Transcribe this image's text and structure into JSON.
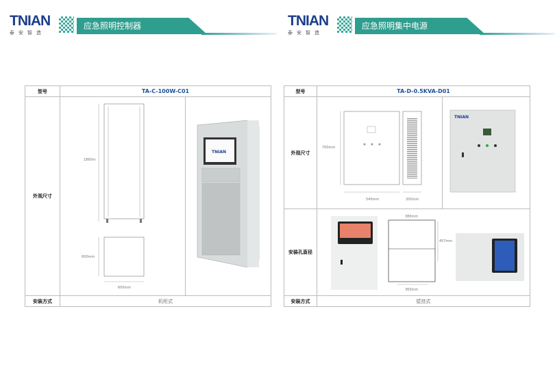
{
  "left": {
    "logo": "TNIAN",
    "logo_sub": "泰安智造",
    "banner": "应急照明控制器",
    "rows": {
      "model_label": "型号",
      "model": "TA-C-100W-C01",
      "dims_label": "外观尺寸",
      "install_label": "安装方式",
      "install": "机柜式"
    },
    "dims": {
      "height": "1860m",
      "depth": "600mm",
      "width": "600mm"
    },
    "screen_logo": "TNIAN"
  },
  "right": {
    "logo": "TNIAN",
    "logo_sub": "泰安智造",
    "banner": "应急照明集中电源",
    "rows": {
      "model_label": "型号",
      "model": "TA-D-0.5KVA-D01",
      "dims_label": "外观尺寸",
      "hole_label": "安装孔直径",
      "install_label": "安装方式",
      "install": "壁挂式"
    },
    "dims": {
      "height": "700mm",
      "width": "540mm",
      "depth": "200mm"
    },
    "holes": {
      "top": "380mm",
      "side": "457mm",
      "bottom": "360mm"
    },
    "panel_logo": "TNIAN"
  }
}
